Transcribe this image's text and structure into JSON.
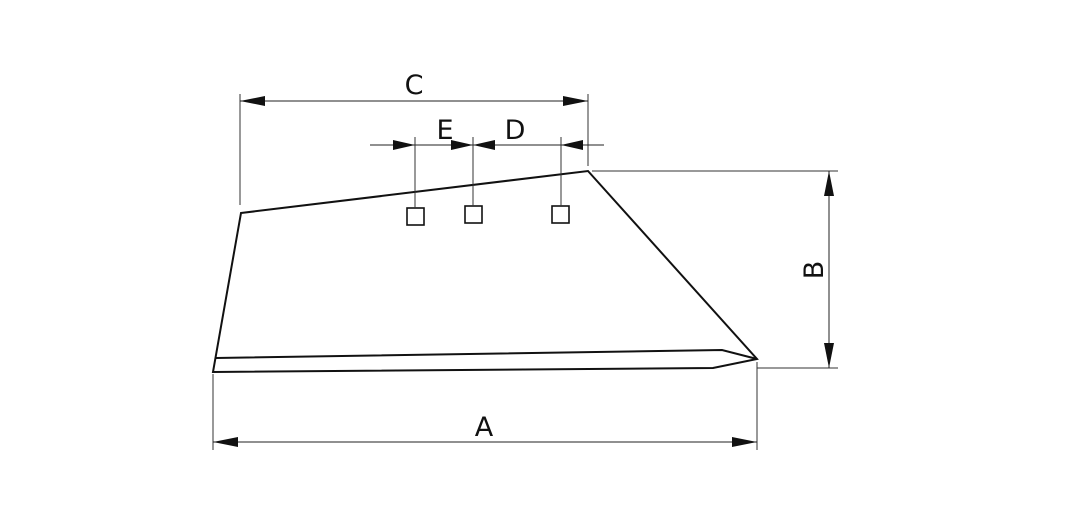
{
  "dimensions": {
    "a_label": "A",
    "b_label": "B",
    "c_label": "C",
    "d_label": "D",
    "e_label": "E"
  }
}
